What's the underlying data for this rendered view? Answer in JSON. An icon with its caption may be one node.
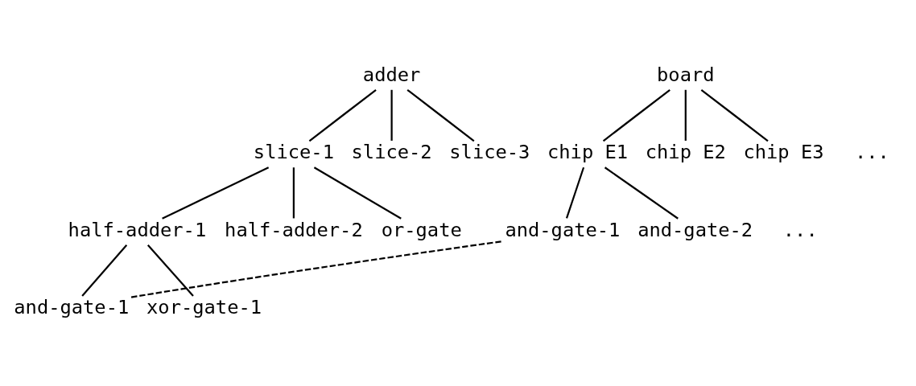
{
  "diagram": {
    "nodes": [
      {
        "text": [
          "adder"
        ]
      },
      {
        "text": [
          "slice-1"
        ]
      },
      {
        "text": [
          "slice-2"
        ]
      },
      {
        "text": [
          "slice-3"
        ]
      },
      {
        "text": [
          "half-adder-1"
        ]
      },
      {
        "text": [
          "half-adder-2"
        ]
      },
      {
        "text": [
          "or-gate"
        ]
      },
      {
        "text": [
          "and-gate-1"
        ]
      },
      {
        "text": [
          "xor-gate-1"
        ]
      },
      {
        "text": [
          "board"
        ]
      },
      {
        "text": [
          "chip E1"
        ]
      },
      {
        "text": [
          "chip E2"
        ]
      },
      {
        "text": [
          "chip E3"
        ]
      },
      {
        "text": [
          "and-gate-1"
        ]
      },
      {
        "text": [
          "and-gate-2"
        ]
      }
    ],
    "edges": [
      {
        "from": 0,
        "to": 1,
        "arrow": "none"
      },
      {
        "from": 0,
        "to": 2,
        "arrow": "none"
      },
      {
        "from": 0,
        "to": 3,
        "arrow": "none"
      },
      {
        "from": 1,
        "to": 4,
        "arrow": "none"
      },
      {
        "from": 1,
        "to": 5,
        "arrow": "none"
      },
      {
        "from": 1,
        "to": 6,
        "arrow": "none"
      },
      {
        "from": 4,
        "to": 7,
        "arrow": "none"
      },
      {
        "from": 4,
        "to": 8,
        "arrow": "none"
      },
      {
        "from": 9,
        "to": 10,
        "arrow": "none"
      },
      {
        "from": 9,
        "to": 11,
        "arrow": "none"
      },
      {
        "from": 9,
        "to": 12,
        "arrow": "none"
      },
      {
        "from": 10,
        "to": 13,
        "arrow": "none"
      },
      {
        "from": 10,
        "to": 14,
        "arrow": "none"
      },
      {
        "from": 7,
        "to": 13,
        "arrow": "none",
        "style": "dashed"
      }
    ],
    "labels": [
      "...",
      "..."
    ]
  }
}
